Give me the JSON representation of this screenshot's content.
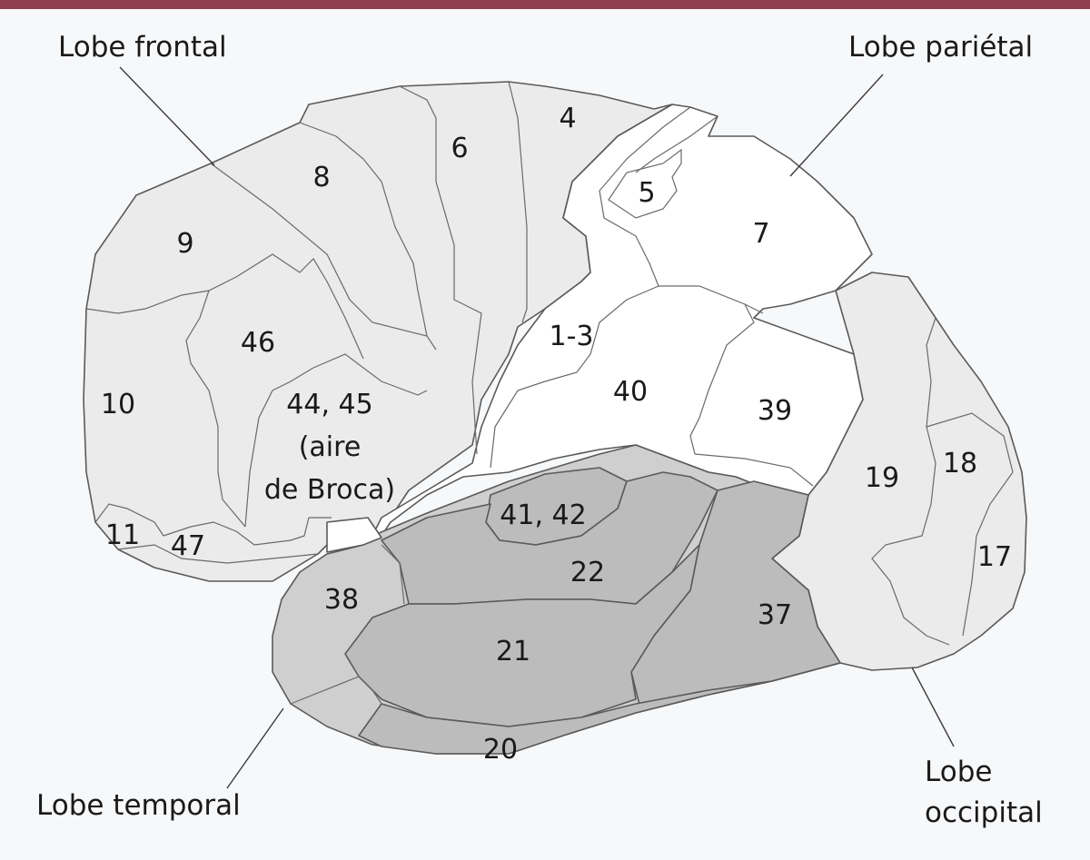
{
  "lobes": {
    "frontal": "Lobe frontal",
    "parietal": "Lobe pariétal",
    "temporal": "Lobe temporal",
    "occipital_line1": "Lobe",
    "occipital_line2": "occipital"
  },
  "areas": {
    "a4": "4",
    "a6": "6",
    "a8": "8",
    "a9": "9",
    "a46": "46",
    "a10": "10",
    "a11": "11",
    "a47": "47",
    "a44_line1": "44, 45",
    "a44_line2": "(aire",
    "a44_line3": "de Broca)",
    "a5": "5",
    "a7": "7",
    "a1_3": "1-3",
    "a40": "40",
    "a39": "39",
    "a19": "19",
    "a18": "18",
    "a17": "17",
    "a41_42": "41, 42",
    "a22": "22",
    "a38": "38",
    "a21": "21",
    "a37": "37",
    "a20": "20"
  },
  "colors": {
    "accent_rule": "#8f3f50",
    "frontal_fill": "#ebebeb",
    "parietal_fill": "#ffffff",
    "temporal_fill": "#cfcfcf",
    "temporal_inner_fill": "#bcbcbc"
  }
}
